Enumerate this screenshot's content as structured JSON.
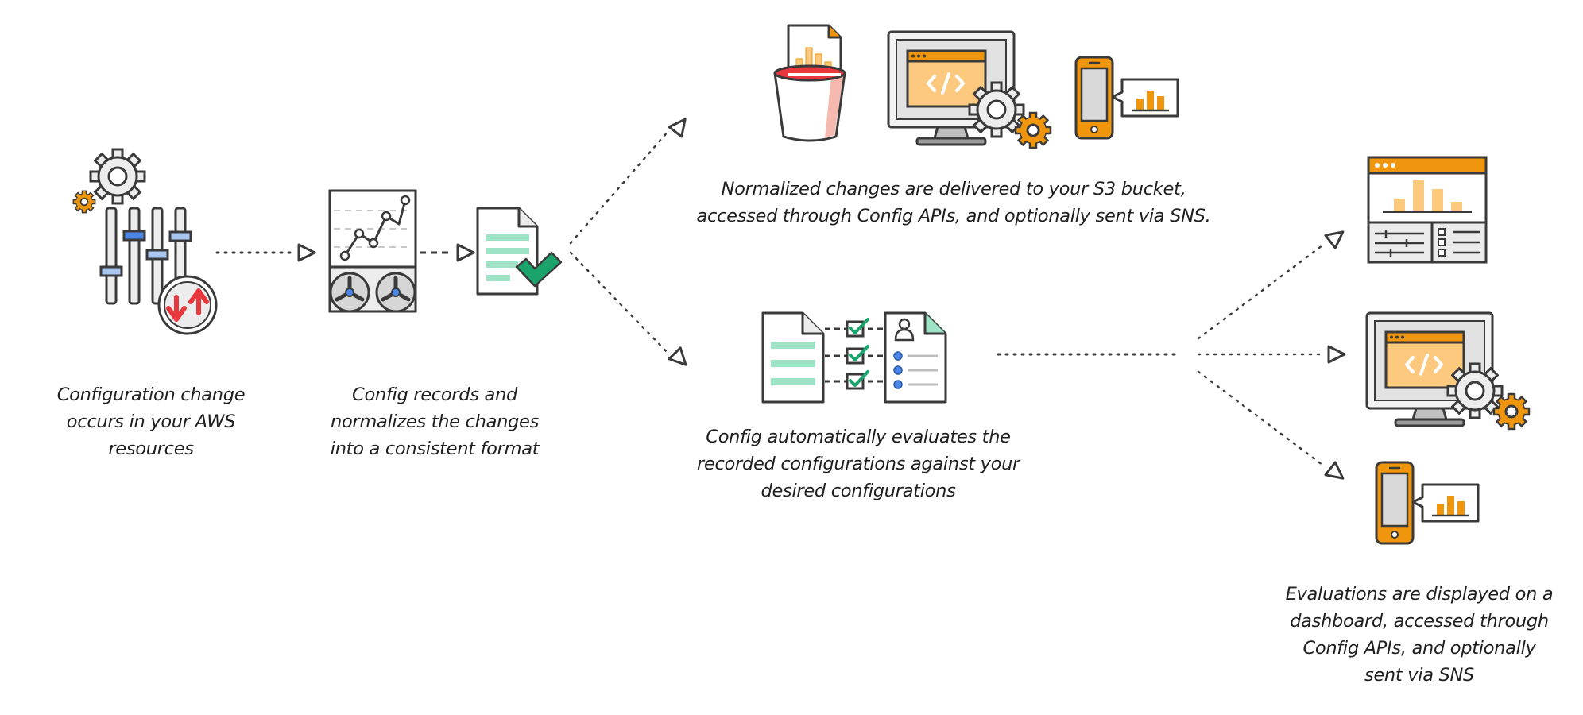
{
  "steps": [
    {
      "id": "change",
      "icon": "config-change-sliders-icon",
      "lines": [
        "Configuration change",
        "occurs in your AWS",
        "resources"
      ]
    },
    {
      "id": "record",
      "icon": "config-recorder-chart-icon",
      "lines": [
        "Config records and",
        "normalizes the changes",
        "into a consistent format"
      ]
    },
    {
      "id": "deliver",
      "icon": "s3-bucket-api-sns-icons",
      "lines": [
        "Normalized changes are delivered to your S3 bucket,",
        "accessed through Config APIs, and optionally sent via SNS."
      ]
    },
    {
      "id": "evaluate",
      "icon": "rules-checklist-icon",
      "lines": [
        "Config automatically evaluates the",
        "recorded configurations against your",
        "desired configurations"
      ]
    },
    {
      "id": "display",
      "icon": "dashboard-api-sns-icons",
      "lines": [
        "Evaluations are displayed on a",
        "dashboard, accessed through",
        "Config APIs, and optionally",
        "sent via SNS"
      ]
    }
  ],
  "colors": {
    "outline": "#3a3a3a",
    "orange": "#f0960e",
    "orange_light": "#fcc97f",
    "panel_gray": "#dcdcdc",
    "blue": "#4a86e8",
    "green": "#1aa36b",
    "mint": "#9ee3c5",
    "red": "#e8383d",
    "pink": "#f6b9b0"
  }
}
